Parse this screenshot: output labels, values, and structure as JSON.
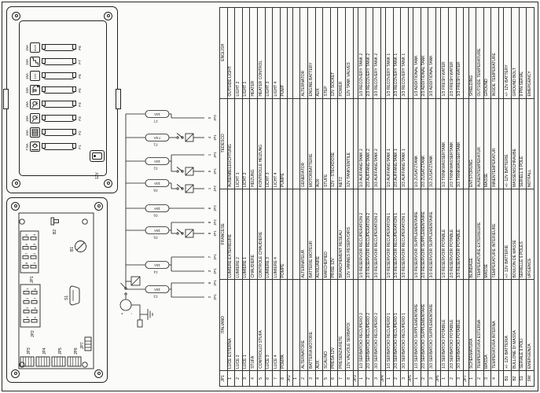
{
  "table": {
    "headers": {
      "pin": "JP1",
      "it": "ITALIANO",
      "fr": "FRANCESE",
      "de": "TEDESCO",
      "en": "ENGLISH"
    },
    "rows": [
      {
        "pin": "1",
        "it": "LUCE ESTERNA",
        "fr": "LUMIERE EXTERIEURE",
        "de": "AUßENBELEUCHTUNG",
        "en": "OUTSIDE LIGHT"
      },
      {
        "pin": "2",
        "it": "LUCE 2",
        "fr": "LUMIERE 2",
        "de": "LICHT 1",
        "en": "LIGHT 2"
      },
      {
        "pin": "3",
        "it": "LUCE 1",
        "fr": "LUMIERE 1",
        "de": "LICHT 2",
        "en": "LIGHT 1"
      },
      {
        "pin": "4",
        "it": "STUFA",
        "fr": "CHAUDIERE",
        "de": "HEIZUNG",
        "en": "HEATER"
      },
      {
        "pin": "5",
        "it": "CONTROLLO STUFA",
        "fr": "CONTROLE CHAUDIERE",
        "de": "KONTROLLE HEIZUNG",
        "en": "HEATER CONTROL"
      },
      {
        "pin": "6",
        "it": "LUCE 3",
        "fr": "LUMIERE 3",
        "de": "LICHT 3",
        "en": "LIGHT 3"
      },
      {
        "pin": "7",
        "it": "LUCE 4",
        "fr": "LUMIERE 4",
        "de": "LICHT 4",
        "en": "LIGHT 4"
      },
      {
        "pin": "8",
        "it": "POMPA",
        "fr": "POMPE",
        "de": "PUMPE",
        "en": "PUMP"
      },
      {
        "pin": "JP2",
        "section": true
      },
      {
        "pin": "1",
        "it": "",
        "fr": "",
        "de": "",
        "en": ""
      },
      {
        "pin": "2",
        "it": "ALTERNATORE",
        "fr": "ALTERNATEUR",
        "de": "GENERATOR",
        "en": "ALTERNATOR"
      },
      {
        "pin": "3",
        "it": "BATTERIA MOTORE",
        "fr": "BATTERIE MOTEUR",
        "de": "MOTORBATTERIE",
        "en": "ENGINE BATTERY"
      },
      {
        "pin": "4",
        "it": "AUX.",
        "fr": "AUXILIAIRE",
        "de": "AUX",
        "en": "AUX"
      },
      {
        "pin": "5",
        "it": "SCALINO",
        "fr": "MARCHEPIED",
        "de": "STUFE",
        "en": "STEP"
      },
      {
        "pin": "6",
        "it": "PRESA 12V",
        "fr": "PRISE 12V",
        "de": "12V - STECKDOSE",
        "en": "12V SOCKET"
      },
      {
        "pin": "7",
        "it": "PRESENZA RETE",
        "fr": "BRANCHEMENT RESEAU",
        "de": "NETZ",
        "en": "POWER"
      },
      {
        "pin": "8",
        "it": "12V VALVOLE SERBATOI",
        "fr": "12V VANNES RESERVOIRS",
        "de": "12V TANKVENTILE",
        "en": "12V TANK VALVES"
      },
      {
        "pin": "JP3",
        "section": true
      },
      {
        "pin": "1",
        "it": "1/3 SERBATOIO RECUPERO 2",
        "fr": "1/3 RESERVOIR RECUPERATION 2",
        "de": "1/3 AUFFANGTANK 2",
        "en": "1/3 RECOVERY TANK 2"
      },
      {
        "pin": "2",
        "it": "2/3 SERBATOIO RECUPERO 2",
        "fr": "2/3 RESERVOIR RECUPERATION 2",
        "de": "2/3 AUFFANGTANK 2",
        "en": "2/3 RECOVERY TANK 2"
      },
      {
        "pin": "3",
        "it": "3/3 SERBATOIO RECUPERO 2",
        "fr": "3/3 RESERVOIR RECUPERATION 2",
        "de": "3/3 AUFFANGTANK 2",
        "en": "3/3 RECOVERY TANK 2"
      },
      {
        "pin": "JP4",
        "section": true
      },
      {
        "pin": "1",
        "it": "1/3 SERBATOIO RECUPERO 1",
        "fr": "1/3 RESERVOIR RECUPERATION 1",
        "de": "1/3 AUFFANGTANK 1",
        "en": "1/3 RECOVERY TANK 1"
      },
      {
        "pin": "2",
        "it": "2/3 SERBATOIO RECUPERO 1",
        "fr": "2/3 RESERVOIR RECUPERATION 1",
        "de": "2/3 AUFFANGTANK 1",
        "en": "2/3 RECOVERY TANK 1"
      },
      {
        "pin": "3",
        "it": "3/3 SERBATOIO RECUPERO 1",
        "fr": "3/3 RESERVOIR RECUPERATION 1",
        "de": "3/3 AUFFANGTANK 1",
        "en": "3/3 RECOVERY TANK 1"
      },
      {
        "pin": "JP5",
        "section": true
      },
      {
        "pin": "1",
        "it": "1/3 SERBATOIO SUPPLEMENTARE",
        "fr": "1/3 RESERVOIR SUPPLEMENTAIRE",
        "de": "1/3 ZUSATZTANK",
        "en": "1/3 ADDITIONAL TANK"
      },
      {
        "pin": "2",
        "it": "2/3 SERBATOIO SUPPLEMENTARE",
        "fr": "2/3 RESERVOIR SUPPLEMENTAIRE",
        "de": "2/3 ZUSATZTANK",
        "en": "2/3 ADDITIONAL TANK"
      },
      {
        "pin": "3",
        "it": "3/3 SERBATOIO SUPPLEMENTARE",
        "fr": "3/3 RESERVOIR SUPPLEMENTAIRE",
        "de": "3/3 ZUSATZTANK",
        "en": "3/3 ADDITIONAL TANK"
      },
      {
        "pin": "JP6",
        "section": true
      },
      {
        "pin": "1",
        "it": "1/3 SERBATOIO POTABILE",
        "fr": "1/3 RESERVOIR POTABLE",
        "de": "1/3 TRINKWASSERTANK",
        "en": "1/3 FRESH WATER"
      },
      {
        "pin": "2",
        "it": "2/3 SERBATOIO POTABILE",
        "fr": "2/3 RESERVOIR POTABLE",
        "de": "2/3 TRINKWASSERTANK",
        "en": "2/3 FRESH WATER"
      },
      {
        "pin": "3",
        "it": "3/3 SERBATOIO POTABILE",
        "fr": "3/3 RESERVOIR POTABLE",
        "de": "3/3 TRINKWASSERTANK",
        "en": "3/3 FRESH WATER"
      },
      {
        "pin": "JP7",
        "section": true
      },
      {
        "pin": "1",
        "it": "SCHERMATURA",
        "fr": "BLINDAGE",
        "de": "ENTSTÖRUNG",
        "en": "SHIELDING"
      },
      {
        "pin": "2",
        "it": "TEMPERATURA ESTERNA",
        "fr": "TEMPERATURE EXTERIEURE",
        "de": "AUßENTEMPERATUR",
        "en": "OUTSIDE TEMPERATURE"
      },
      {
        "pin": "3",
        "it": "MASSA",
        "fr": "MASSE",
        "de": "MASSE",
        "en": "GROUND"
      },
      {
        "pin": "4",
        "it": "TEMPERATURA INTERNA",
        "fr": "TEMPERATURE INTERIEURE",
        "de": "INNENTEMPERATUR",
        "en": "INSIDE TEMPERATURE"
      },
      {
        "pin": "",
        "section": true
      },
      {
        "pin": "B1",
        "it": "+/- 12V BATTERIA",
        "fr": "+/- 12V BATTERIE",
        "de": "+/- 12V BATTERIE",
        "en": "+/- 12V BATTERY"
      },
      {
        "pin": "B2",
        "it": "BULLONE DI MASSA",
        "fr": "BOULON DE MASSE",
        "de": "MASSENSCHRAUBE",
        "en": "GROUND BOLT"
      },
      {
        "pin": "S1",
        "it": "SERIALE 9 POLI",
        "fr": "SERIELLE 9 POLES",
        "de": "SERIELL 9 POLE",
        "en": "9 PIN SERIAL"
      },
      {
        "pin": "SW",
        "it": "EMERGENZA",
        "fr": "URGENCE",
        "de": "NOTFALL",
        "en": "EMERGENCY"
      }
    ]
  },
  "front_panel": {
    "switch_label": "12V",
    "groups": [
      {
        "fuse": "F1",
        "amp": "7.5A",
        "icon": "outside-light",
        "label": ""
      },
      {
        "fuse": "F2",
        "amp": "10A",
        "icon": "heater",
        "label": ""
      },
      {
        "fuse": "F3",
        "amp": "15A",
        "icon": "ceiling-light",
        "label": ""
      },
      {
        "fuse": "F4",
        "amp": "15A",
        "icon": "ceiling-light",
        "label": ""
      },
      {
        "fuse": "F5",
        "amp": "10A",
        "icon": "pump",
        "label": ""
      },
      {
        "fuse": "F6",
        "amp": "15A",
        "icon": "text",
        "label": "12V"
      },
      {
        "fuse": "F7",
        "amp": "10A",
        "icon": "step",
        "label": ""
      },
      {
        "fuse": "F8",
        "amp": "15A",
        "icon": "text",
        "label": "AUX"
      }
    ]
  },
  "rear_panel": {
    "jp1": {
      "name": "JP1",
      "row1": [
        "8",
        "7",
        "6",
        "5"
      ],
      "row2": [
        "1",
        "2",
        "3",
        "4"
      ]
    },
    "jp2": {
      "name": "JP2",
      "row1": [
        "4",
        "3",
        "2",
        "1"
      ],
      "row2": [
        "5",
        "6",
        "7",
        "8"
      ]
    },
    "side_connectors": [
      "JP3",
      "JP4",
      "JP5",
      "JP6"
    ],
    "jp7": "JP7",
    "b1": "B1",
    "b2": "B2",
    "s1": "S1"
  },
  "schematic": {
    "battery_plus": "+",
    "battery_minus": "-",
    "fuses": [
      {
        "name": "F3",
        "amp": "15A",
        "pins": [
          "JP1 2",
          "JP1 6"
        ],
        "switched": []
      },
      {
        "name": "F4",
        "amp": "15A",
        "pins": [
          "JP1 3",
          "JP1 7"
        ],
        "switched": []
      },
      {
        "name": "F5",
        "amp": "15A",
        "pins": [
          "JP1 8",
          "JP2 8"
        ],
        "switched": [
          "JP1 8"
        ]
      },
      {
        "name": "F6",
        "amp": "15A",
        "pins": [
          "JP2 6"
        ],
        "switched": []
      },
      {
        "name": "F8",
        "amp": "10A",
        "pins": [
          "JP2 1"
        ],
        "switched": [
          "JP2 1"
        ]
      },
      {
        "name": "F2",
        "amp": "10A",
        "pins": [
          "JP1 5",
          "JP1 1"
        ],
        "switched": [
          "JP1 5"
        ]
      },
      {
        "name": "F1",
        "amp": "7.5A",
        "pins": [
          "JP1 4"
        ],
        "switched": [
          "JP1 4"
        ]
      },
      {
        "name": "F7",
        "amp": "10A",
        "pins": [
          "JP2 5"
        ],
        "switched": []
      }
    ]
  },
  "colors": {
    "ink": "#1a1a1a",
    "paper": "#fbfbf9"
  }
}
